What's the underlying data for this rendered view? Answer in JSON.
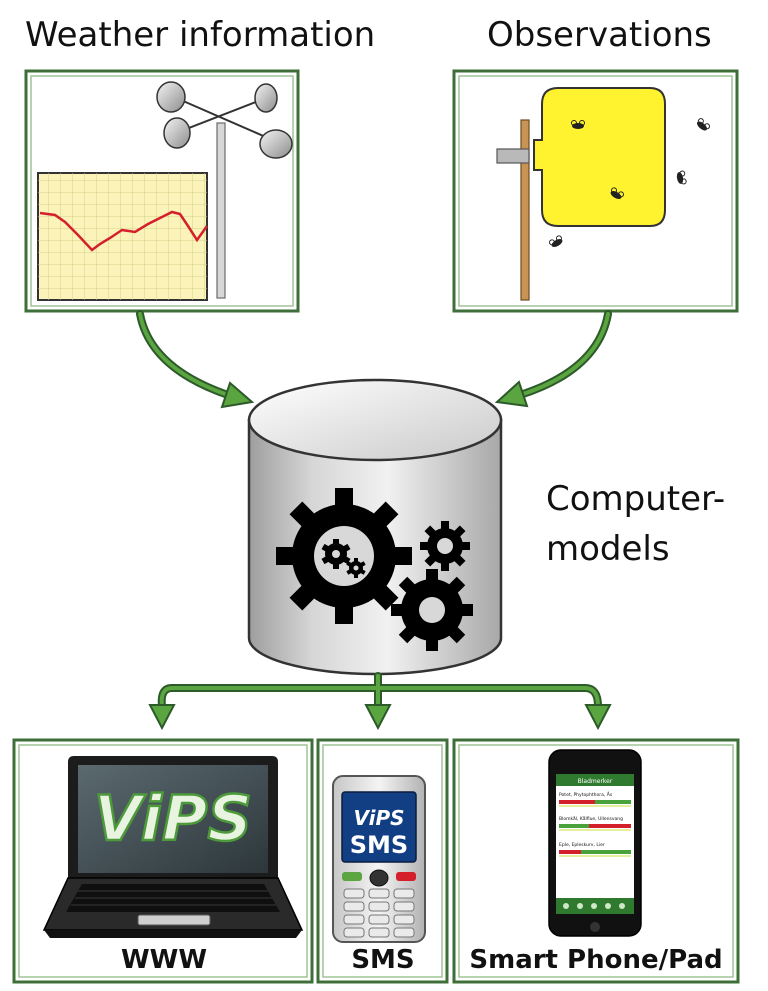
{
  "sources": {
    "weather_title": "Weather information",
    "observations_title": "Observations"
  },
  "core": {
    "line1": "Computer-",
    "line2": "models"
  },
  "outputs": {
    "www": "WWW",
    "sms": "SMS",
    "smart": "Smart Phone/Pad"
  },
  "logos": {
    "vips": "ViPS",
    "vips_sms_top": "ViPS",
    "vips_sms_bottom": "SMS"
  },
  "phone_app": {
    "header": "Bladmerker",
    "rows": [
      "Potet, Phytophthora, Ås",
      "Blomkål, Kålflue, Ullensvang",
      "Eple, Epleskurv, Lier"
    ]
  },
  "colors": {
    "frame": "#3e6f38",
    "arrow_fill": "#5aa53f",
    "arrow_stroke": "#2d5a2a",
    "chart_bg": "#fbf3b9",
    "trap_yellow": "#fff22e",
    "line_red": "#d3202a"
  }
}
